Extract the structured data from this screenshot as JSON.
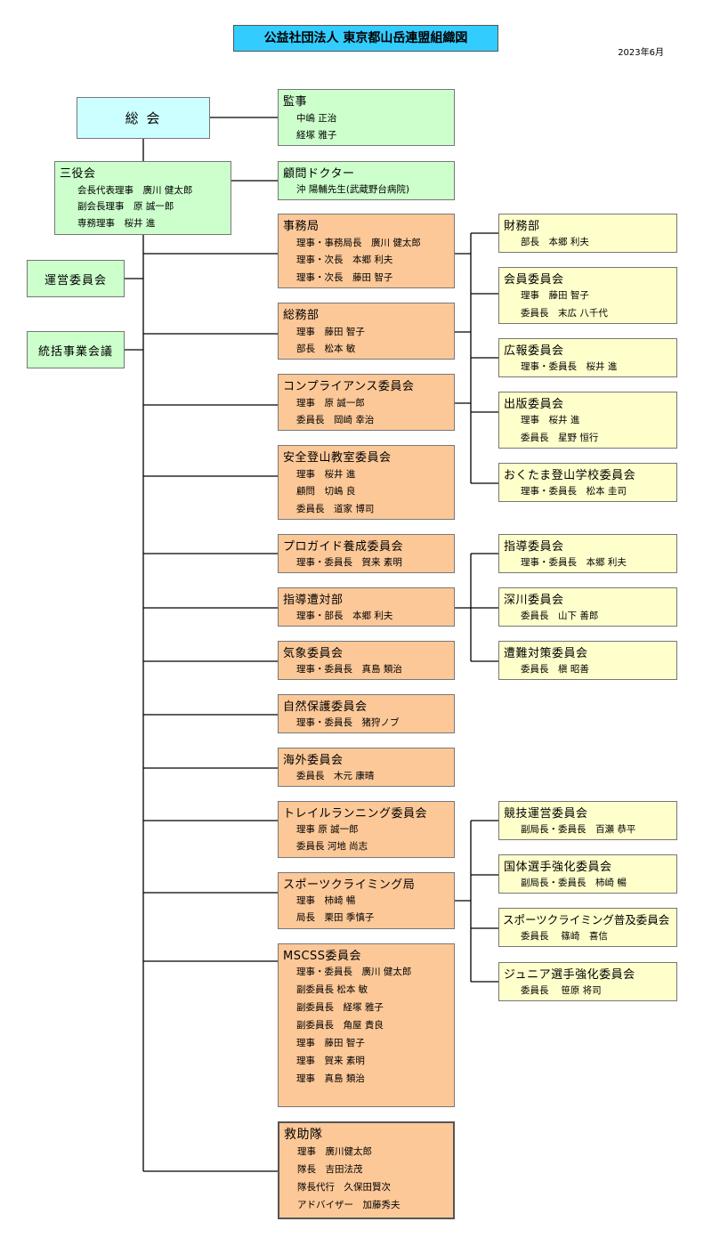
{
  "header": {
    "title": "公益社団法人 東京都山岳連盟組織図",
    "date": "2023年6月"
  },
  "general_meeting": "総 会",
  "auditor": {
    "title": "監事",
    "members": [
      "中嶋 正治",
      "経塚 雅子"
    ]
  },
  "officers": {
    "title": "三役会",
    "members": [
      "会長代表理事　廣川 健太郎",
      "副会長理事　原 誠一郎",
      "専務理事　桜井 進"
    ]
  },
  "doctor": {
    "title": "顧問ドクター",
    "members": [
      "沖 陽輔先生(武蔵野台病院)"
    ]
  },
  "steering": "運営委員会",
  "coordination": "統括事業会議",
  "departments": [
    {
      "title": "事務局",
      "members": [
        "理事・事務局長　廣川 健太郎",
        "理事・次長　本郷 利夫",
        "理事・次長　藤田 智子"
      ]
    },
    {
      "title": "総務部",
      "members": [
        "理事　藤田 智子",
        "部長　松本 敏"
      ]
    },
    {
      "title": "コンプライアンス委員会",
      "members": [
        "理事　原 誠一郎",
        "委員長　岡崎 幸治"
      ]
    },
    {
      "title": "安全登山教室委員会",
      "members": [
        "理事　桜井 進",
        "顧問　切嶋 良",
        "委員長　道家 博司"
      ]
    },
    {
      "title": "プロガイド養成委員会",
      "members": [
        "理事・委員長　賀来 素明"
      ]
    },
    {
      "title": "指導遭対部",
      "members": [
        "理事・部長　本郷 利夫"
      ]
    },
    {
      "title": "気象委員会",
      "members": [
        "理事・委員長　真島 類治"
      ]
    },
    {
      "title": "自然保護委員会",
      "members": [
        "理事・委員長　猪狩ノブ"
      ]
    },
    {
      "title": "海外委員会",
      "members": [
        "委員長　木元 康晴"
      ]
    },
    {
      "title": "トレイルランニング委員会",
      "members": [
        "理事 原 誠一郎",
        "委員長 河地 尚志"
      ]
    },
    {
      "title": "スポーツクライミング局",
      "members": [
        "理事　柿崎 暢",
        "局長　栗田 季慎子"
      ]
    },
    {
      "title": "MSCSS委員会",
      "members": [
        "理事・委員長　廣川 健太郎",
        "副委員長 松本 敏",
        "副委員長　経塚 雅子",
        "副委員長　角屋 貴良",
        "理事　藤田 智子",
        "理事　賀来 素明",
        "理事　真島 類治"
      ]
    },
    {
      "title": "救助隊",
      "members": [
        "理事　廣川健太郎",
        "隊長　吉田法茂",
        "隊長代行　久保田賢次",
        "アドバイザー　加藤秀夫"
      ]
    }
  ],
  "sub_committees": [
    {
      "title": "財務部",
      "members": [
        "部長　本郷 利夫"
      ]
    },
    {
      "title": "会員委員会",
      "members": [
        "理事　藤田 智子",
        "委員長　末広 八千代"
      ]
    },
    {
      "title": "広報委員会",
      "members": [
        "理事・委員長　桜井 進"
      ]
    },
    {
      "title": "出版委員会",
      "members": [
        "理事　桜井 進",
        "委員長　星野 恒行"
      ]
    },
    {
      "title": "おくたま登山学校委員会",
      "members": [
        "理事・委員長　松本 圭司"
      ]
    },
    {
      "title": "指導委員会",
      "members": [
        "理事・委員長　本郷 利夫"
      ]
    },
    {
      "title": "深川委員会",
      "members": [
        "委員長　山下 善郎"
      ]
    },
    {
      "title": "遭難対策委員会",
      "members": [
        "委員長　槇 昭善"
      ]
    },
    {
      "title": "競技運営委員会",
      "members": [
        "副局長・委員長　百瀬 恭平"
      ]
    },
    {
      "title": "国体選手強化委員会",
      "members": [
        "副局長・委員長　柿崎 暢"
      ]
    },
    {
      "title": "スポーツクライミング普及委員会",
      "members": [
        "委員長　 篠崎　喜信"
      ]
    },
    {
      "title": "ジュニア選手強化委員会",
      "members": [
        "委員長　 笹原 将司"
      ]
    }
  ]
}
